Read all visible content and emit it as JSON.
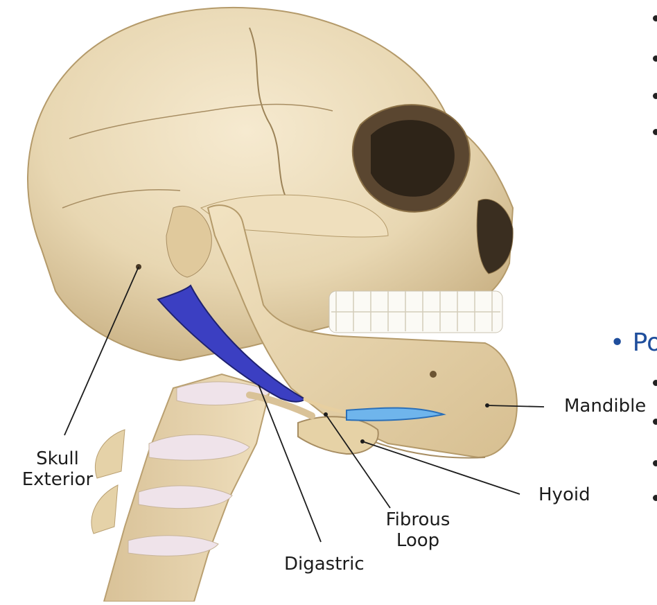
{
  "labels": {
    "skull_exterior": [
      "Skull",
      "Exterior"
    ],
    "digastric": "Digastric",
    "fibrous_loop": [
      "Fibrous",
      "Loop"
    ],
    "hyoid": "Hyoid",
    "mandible": "Mandible"
  },
  "side_heading": "• Po",
  "colors": {
    "bone": "#e8d7b2",
    "bone_shadow": "#c9b184",
    "digastric_posterior": "#3b3fc2",
    "digastric_anterior": "#6fb5ec",
    "heading": "#1f4e9c",
    "leader_line": "#1c1c1c"
  }
}
